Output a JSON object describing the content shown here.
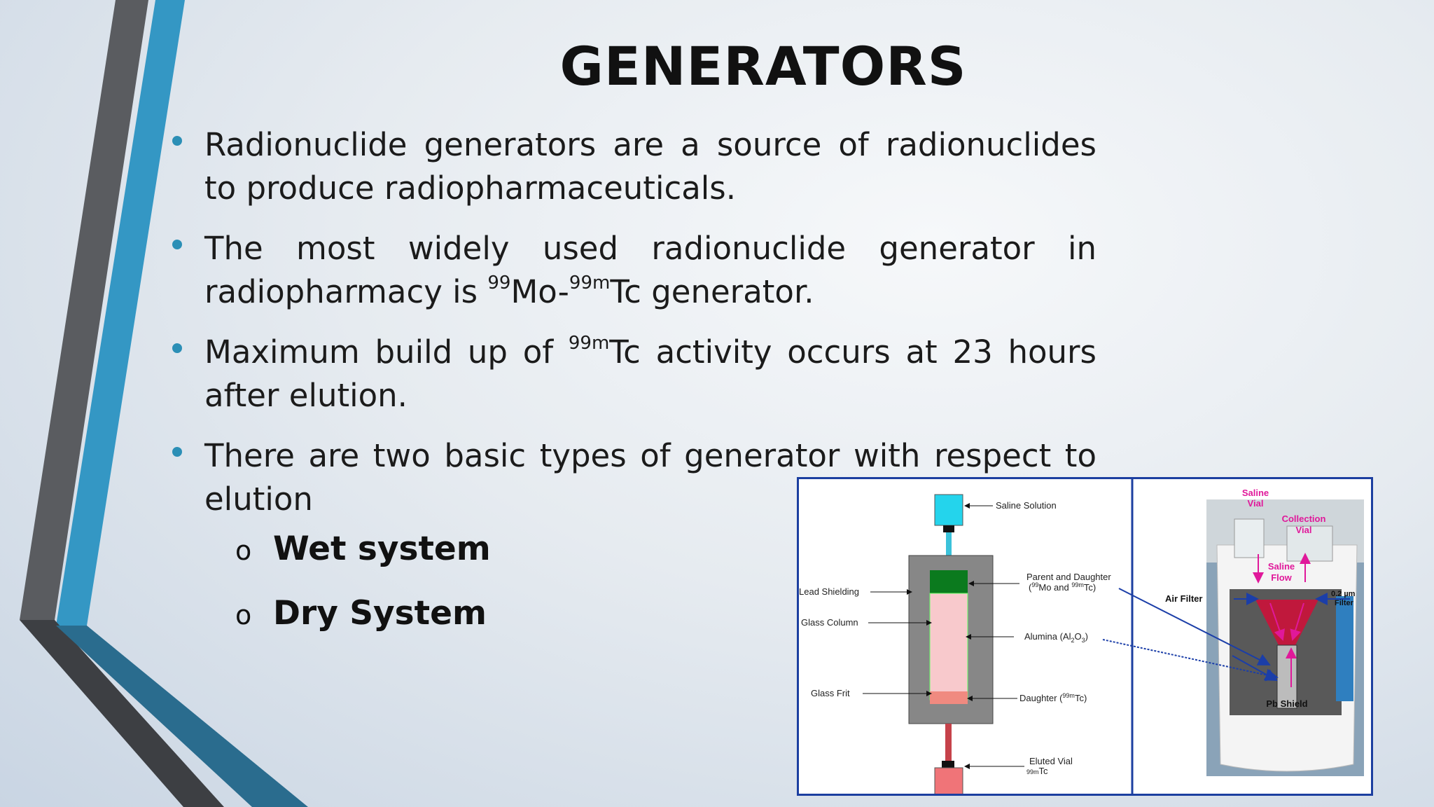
{
  "slide": {
    "title": "GENERATORS",
    "bullets": [
      {
        "text": "Radionuclide generators are a source of radionuclides to produce radiopharmaceuticals."
      },
      {
        "pre": "The most widely used radionuclide generator in radiopharmacy is ",
        "sup1": "99",
        "mid1": "Mo-",
        "sup2": "99m",
        "post": "Tc generator."
      },
      {
        "pre": "Maximum build up of ",
        "sup1": "99m",
        "post": "Tc activity occurs at 23 hours after elution."
      },
      {
        "text": "There are two basic types of generator with respect to elution"
      }
    ],
    "sub_marker": "o",
    "sub_bullets": [
      "Wet system",
      "Dry System"
    ]
  },
  "figure": {
    "left_labels": {
      "saline_solution": "Saline Solution",
      "parent_daughter": "Parent and Daughter",
      "mo_tc_a": "99",
      "mo_tc_b": "Mo and ",
      "mo_tc_c": "99m",
      "mo_tc_d": "Tc)",
      "lead_shielding": "Lead Shielding",
      "glass_column": "Glass Column",
      "alumina": "Alumina (Al",
      "alumina_2": "2",
      "alumina_o": "O",
      "alumina_3": "3",
      "alumina_close": ")",
      "glass_frit": "Glass Frit",
      "daughter": "Daughter (",
      "daughter_sup": "99m",
      "daughter_end": "Tc)",
      "eluted_vial": "Eluted Vial",
      "eluted_sup": "99m",
      "eluted_tc": "Tc"
    },
    "right_labels": {
      "saline_vial_1": "Saline",
      "saline_vial_2": "Vial",
      "collection_vial_1": "Collection",
      "collection_vial_2": "Vial",
      "saline_flow_1": "Saline",
      "saline_flow_2": "Flow",
      "air_filter": "Air Filter",
      "filter_1": "0.2 µm",
      "filter_2": "Filter",
      "pb_shield": "Pb Shield"
    },
    "colors": {
      "frame": "#1c3fa0",
      "saline": "#24d4ec",
      "lead": "#878787",
      "parent_band": "#0b7a1e",
      "alumina": "#f8c9cc",
      "frit": "#f08a80",
      "eluted": "#f07478",
      "magenta": "#e0189a",
      "arrow_blue": "#1b3ea8"
    }
  }
}
